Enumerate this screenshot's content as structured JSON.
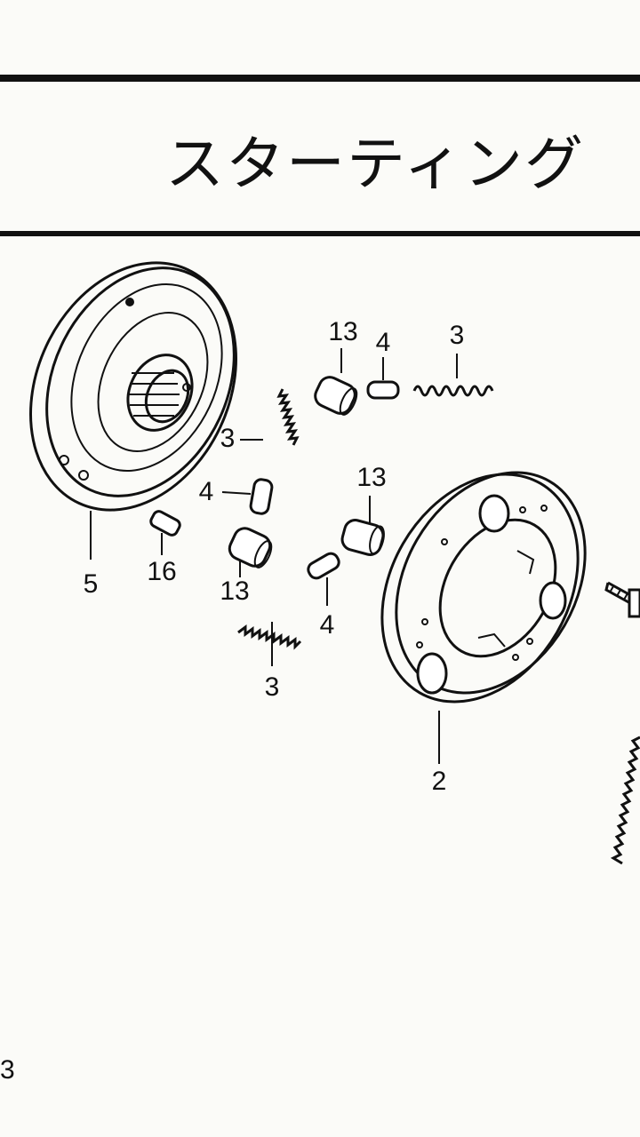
{
  "header": {
    "title": "スターティング"
  },
  "callouts": [
    {
      "id": "part-5",
      "label": "5"
    },
    {
      "id": "part-16",
      "label": "16"
    },
    {
      "id": "part-13-a",
      "label": "13"
    },
    {
      "id": "part-4-a",
      "label": "4"
    },
    {
      "id": "part-3-a",
      "label": "3"
    },
    {
      "id": "part-3-b",
      "label": "3"
    },
    {
      "id": "part-4-b",
      "label": "4"
    },
    {
      "id": "part-13-b",
      "label": "13"
    },
    {
      "id": "part-13-c",
      "label": "13"
    },
    {
      "id": "part-4-c",
      "label": "4"
    },
    {
      "id": "part-3-c",
      "label": "3"
    },
    {
      "id": "part-2",
      "label": "2"
    }
  ],
  "footer": {
    "page_number": "3"
  }
}
